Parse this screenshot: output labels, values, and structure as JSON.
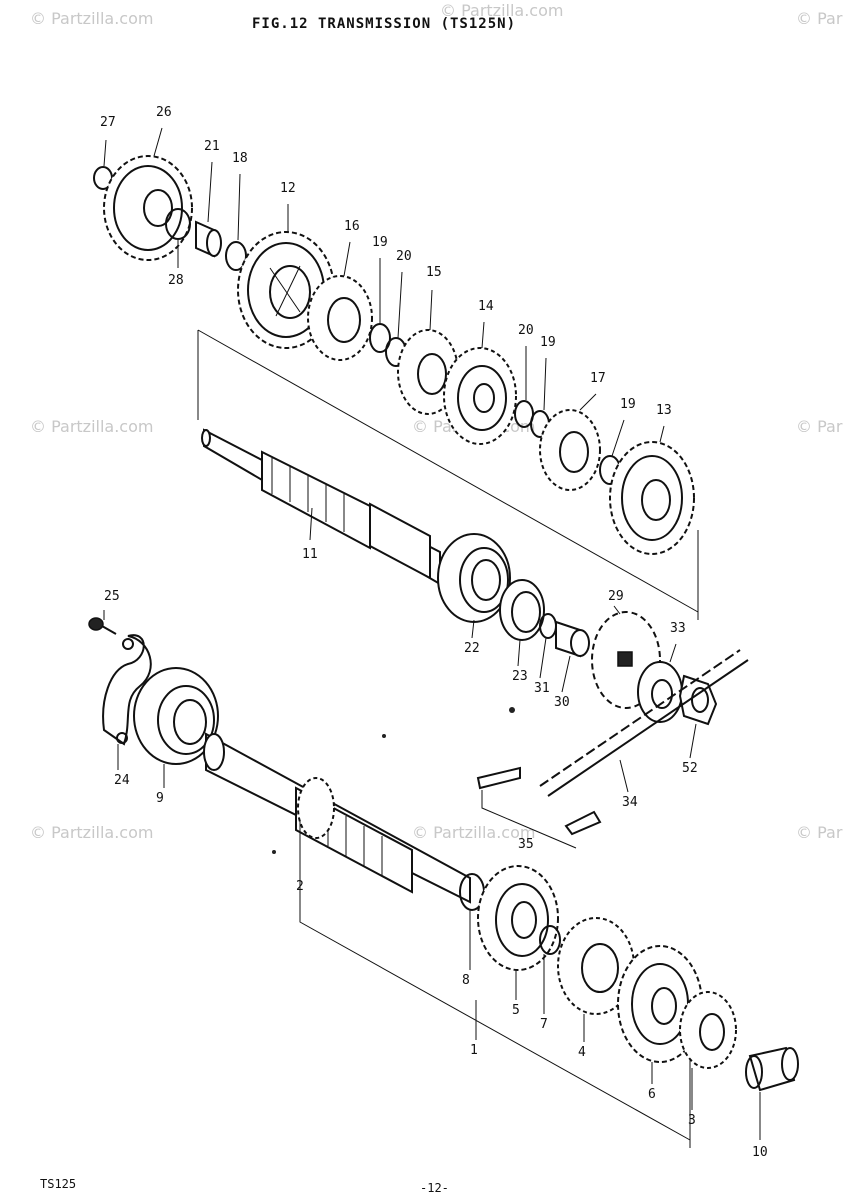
{
  "title": "FIG.12  TRANSMISSION (TS125N)",
  "footer_left": "TS125",
  "footer_center": "-12-",
  "watermark": "© Partzilla.com",
  "watermark_partial": "© Par",
  "callouts": {
    "c27": "27",
    "c26": "26",
    "c21": "21",
    "c18": "18",
    "c28": "28",
    "c12": "12",
    "c16": "16",
    "c19a": "19",
    "c20a": "20",
    "c15": "15",
    "c14": "14",
    "c20b": "20",
    "c19b": "19",
    "c17": "17",
    "c19c": "19",
    "c13": "13",
    "c11": "11",
    "c22": "22",
    "c23": "23",
    "c31": "31",
    "c30": "30",
    "c29": "29",
    "c33": "33",
    "c52": "52",
    "c34": "34",
    "c35": "35",
    "c25": "25",
    "c24": "24",
    "c9": "9",
    "c2": "2",
    "c8": "8",
    "c5": "5",
    "c7": "7",
    "c4": "4",
    "c6": "6",
    "c3": "3",
    "c1": "1",
    "c10": "10"
  }
}
